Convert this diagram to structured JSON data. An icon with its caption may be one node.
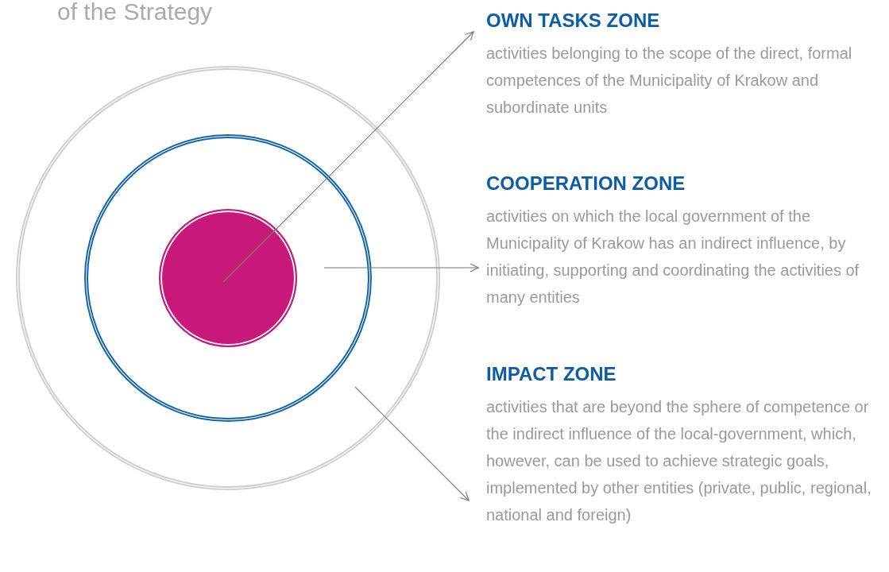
{
  "diagram": {
    "title": "of the Strategy",
    "nodes": [
      {
        "text": [],
        "shape": "circle"
      },
      {
        "text": [],
        "shape": "circle",
        "in": 0
      },
      {
        "text": [],
        "shape": "circle",
        "in": 1
      },
      {
        "text": [
          "OWN TASKS ZONE",
          "activities belonging to the scope of the direct, formal competences of the Municipality of Krakow and subordinate units"
        ]
      },
      {
        "text": [
          "COOPERATION ZONE",
          "activities on which the local government of the Municipality of Krakow has an indirect influence, by initiating, supporting and coordinating the activities of many entities"
        ]
      },
      {
        "text": [
          "IMPACT ZONE",
          "activities that are beyond the sphere of competence or the indirect influence of the local-government, which, however, can be used to achieve strategic goals, implemented by other entities (private, public, regional, national and foreign)"
        ]
      }
    ],
    "edges": [
      {
        "from": 2,
        "to": 3,
        "arrow": "to"
      },
      {
        "from": null,
        "to": 4,
        "arrow": "to"
      },
      {
        "from": null,
        "to": 5,
        "arrow": "to"
      }
    ]
  }
}
